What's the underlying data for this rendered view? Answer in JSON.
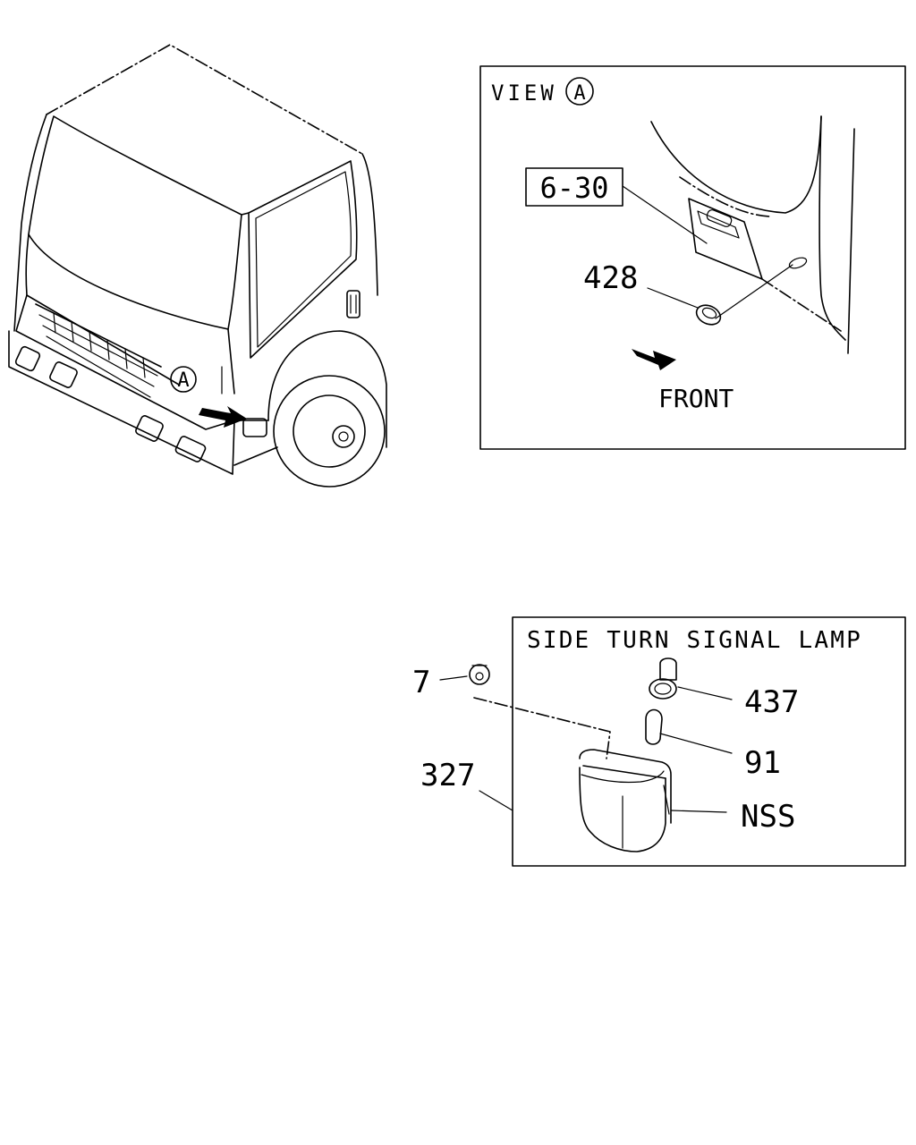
{
  "truck_view": {
    "callout_marker": "A"
  },
  "view_a": {
    "title": "VIEW",
    "title_marker": "A",
    "ref_box": "6-30",
    "part_428": "428",
    "front_label": "FRONT"
  },
  "lamp_detail": {
    "title": "SIDE TURN SIGNAL LAMP",
    "part_7": "7",
    "part_437": "437",
    "part_91": "91",
    "part_327": "327",
    "part_nss": "NSS"
  }
}
